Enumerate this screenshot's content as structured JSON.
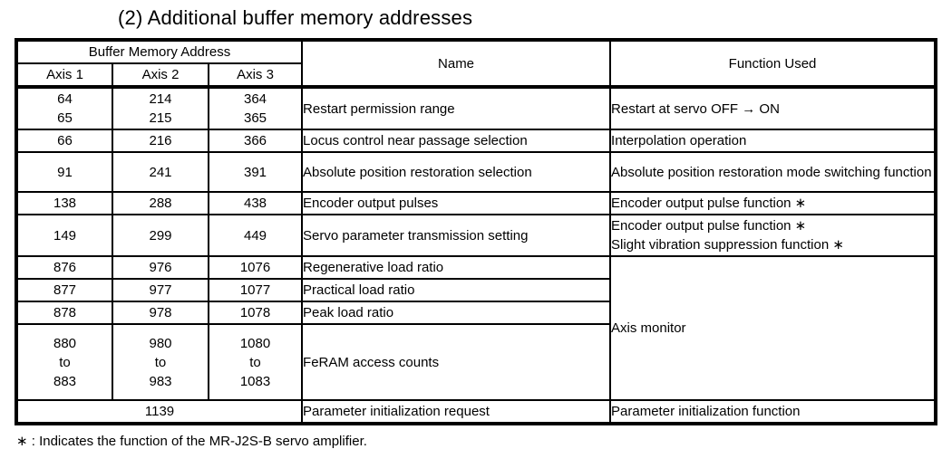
{
  "title": "(2) Additional buffer memory addresses",
  "table": {
    "header": {
      "buffer_memory_address": "Buffer Memory Address",
      "axis1": "Axis 1",
      "axis2": "Axis 2",
      "axis3": "Axis 3",
      "name": "Name",
      "function_used": "Function Used"
    },
    "rows": [
      {
        "axis1": "64\n65",
        "axis2": "214\n215",
        "axis3": "364\n365",
        "name": "Restart permission range",
        "function": "Restart at servo OFF → ON"
      },
      {
        "axis1": "66",
        "axis2": "216",
        "axis3": "366",
        "name": "Locus control near passage selection",
        "function": "Interpolation operation"
      },
      {
        "axis1": "91",
        "axis2": "241",
        "axis3": "391",
        "name": "Absolute position restoration selection",
        "function": "Absolute position restoration mode switching function"
      },
      {
        "axis1": "138",
        "axis2": "288",
        "axis3": "438",
        "name": "Encoder output pulses",
        "function": "Encoder output pulse function ∗"
      },
      {
        "axis1": "149",
        "axis2": "299",
        "axis3": "449",
        "name": "Servo parameter transmission setting",
        "function": "Encoder output pulse function ∗\nSlight vibration suppression function ∗"
      },
      {
        "axis1": "876",
        "axis2": "976",
        "axis3": "1076",
        "name": "Regenerative load ratio",
        "function": "Axis monitor"
      },
      {
        "axis1": "877",
        "axis2": "977",
        "axis3": "1077",
        "name": "Practical load ratio"
      },
      {
        "axis1": "878",
        "axis2": "978",
        "axis3": "1078",
        "name": "Peak load ratio"
      },
      {
        "axis1": "880\nto\n883",
        "axis2": "980\nto\n983",
        "axis3": "1080\nto\n1083",
        "name": "FeRAM access counts"
      },
      {
        "address": "1139",
        "name": "Parameter initialization request",
        "function": "Parameter initialization function"
      }
    ]
  },
  "footnote": "∗ : Indicates the function of the MR-J2S-B servo amplifier."
}
